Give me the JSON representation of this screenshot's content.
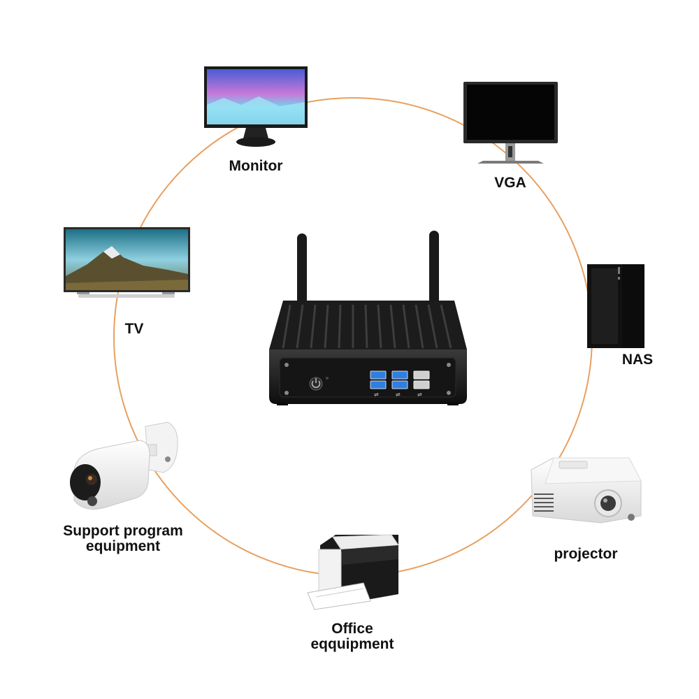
{
  "diagram": {
    "ring_color": "#e8a060",
    "hub": {
      "name": "mini-pc",
      "usb_count": 6
    },
    "devices": [
      {
        "id": "monitor",
        "icon": "monitor-icon",
        "label": [
          "Monitor"
        ]
      },
      {
        "id": "vga",
        "icon": "vga-display-icon",
        "label": [
          "VGA"
        ]
      },
      {
        "id": "nas",
        "icon": "nas-tower-icon",
        "label": [
          "NAS"
        ]
      },
      {
        "id": "projector",
        "icon": "projector-icon",
        "label": [
          "projector"
        ]
      },
      {
        "id": "office",
        "icon": "printer-icon",
        "label": [
          "Office",
          "eqquipment"
        ]
      },
      {
        "id": "camera",
        "icon": "security-camera-icon",
        "label": [
          "Support program",
          "equipment"
        ]
      },
      {
        "id": "tv",
        "icon": "tv-icon",
        "label": [
          "TV"
        ]
      }
    ]
  }
}
